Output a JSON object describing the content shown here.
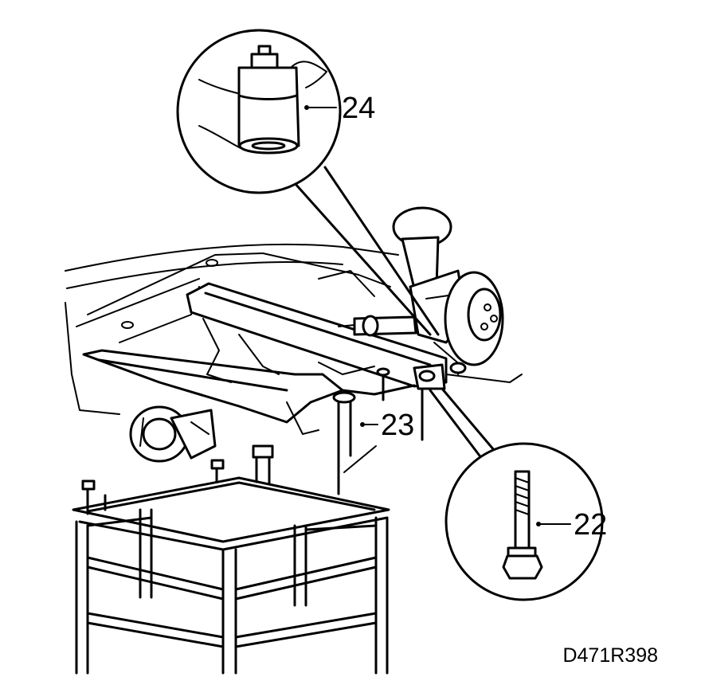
{
  "figure": {
    "id": "D471R398",
    "callouts": {
      "c22": "22",
      "c23": "23",
      "c24": "24"
    }
  }
}
